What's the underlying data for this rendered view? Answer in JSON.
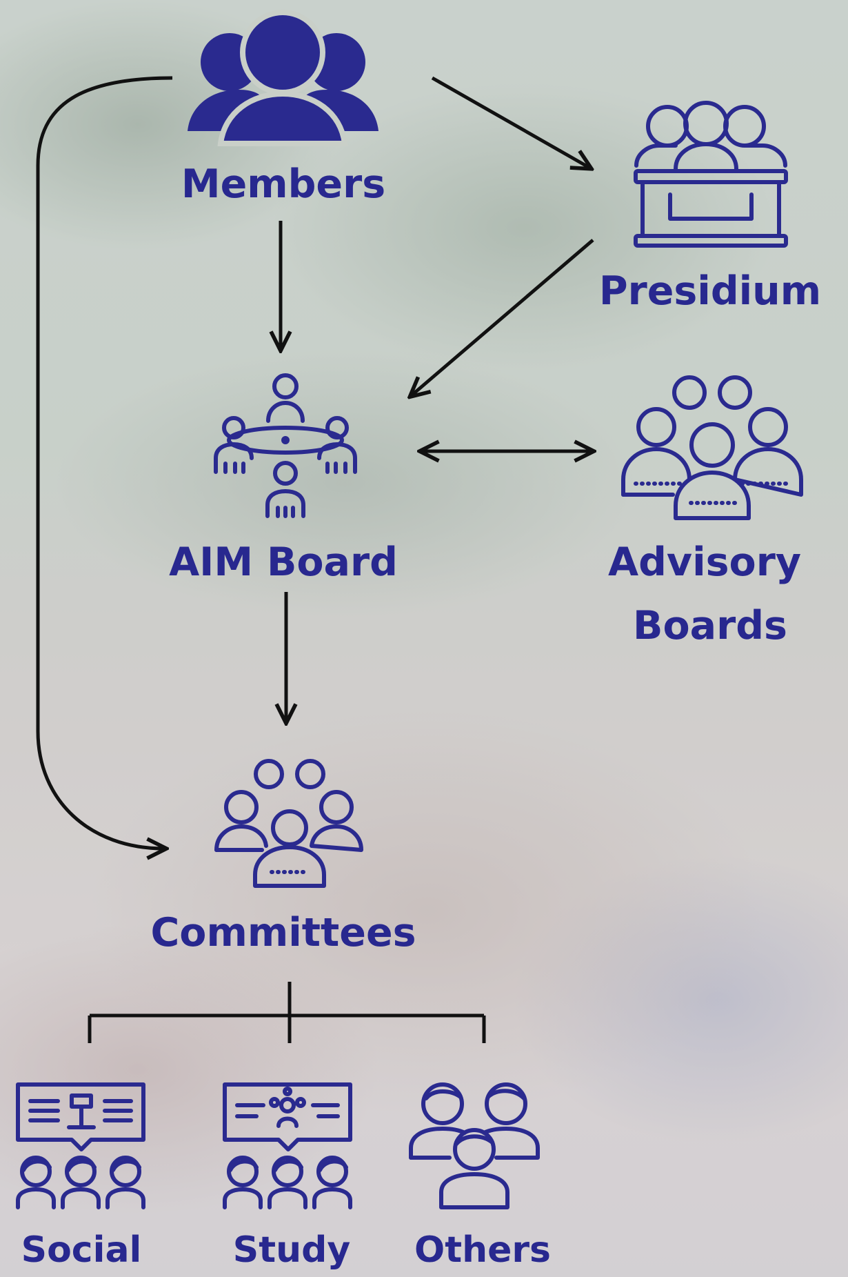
{
  "nodes": {
    "members": {
      "label": "Members",
      "icon": "members-icon"
    },
    "presidium": {
      "label": "Presidium",
      "icon": "presidium-icon"
    },
    "aim_board": {
      "label": "AIM Board",
      "icon": "board-meeting-icon"
    },
    "advisory_boards": {
      "label_line1": "Advisory",
      "label_line2": "Boards",
      "icon": "advisory-group-icon"
    },
    "committees": {
      "label": "Committees",
      "icon": "committees-group-icon"
    },
    "social": {
      "label": "Social",
      "icon": "social-committee-icon"
    },
    "study": {
      "label": "Study",
      "icon": "study-committee-icon"
    },
    "others": {
      "label": "Others",
      "icon": "others-group-icon"
    }
  },
  "edges": [
    {
      "from": "Members",
      "to": "Presidium",
      "direction": "one-way"
    },
    {
      "from": "Members",
      "to": "AIM Board",
      "direction": "one-way"
    },
    {
      "from": "Presidium",
      "to": "AIM Board",
      "direction": "one-way"
    },
    {
      "from": "AIM Board",
      "to": "Advisory Boards",
      "direction": "two-way"
    },
    {
      "from": "AIM Board",
      "to": "Committees",
      "direction": "one-way"
    },
    {
      "from": "Members",
      "to": "Committees",
      "direction": "one-way"
    },
    {
      "from": "Committees",
      "to": [
        "Social",
        "Study",
        "Others"
      ],
      "direction": "branch"
    }
  ],
  "colors": {
    "accent": "#2a2a8f",
    "connector": "#111111"
  }
}
